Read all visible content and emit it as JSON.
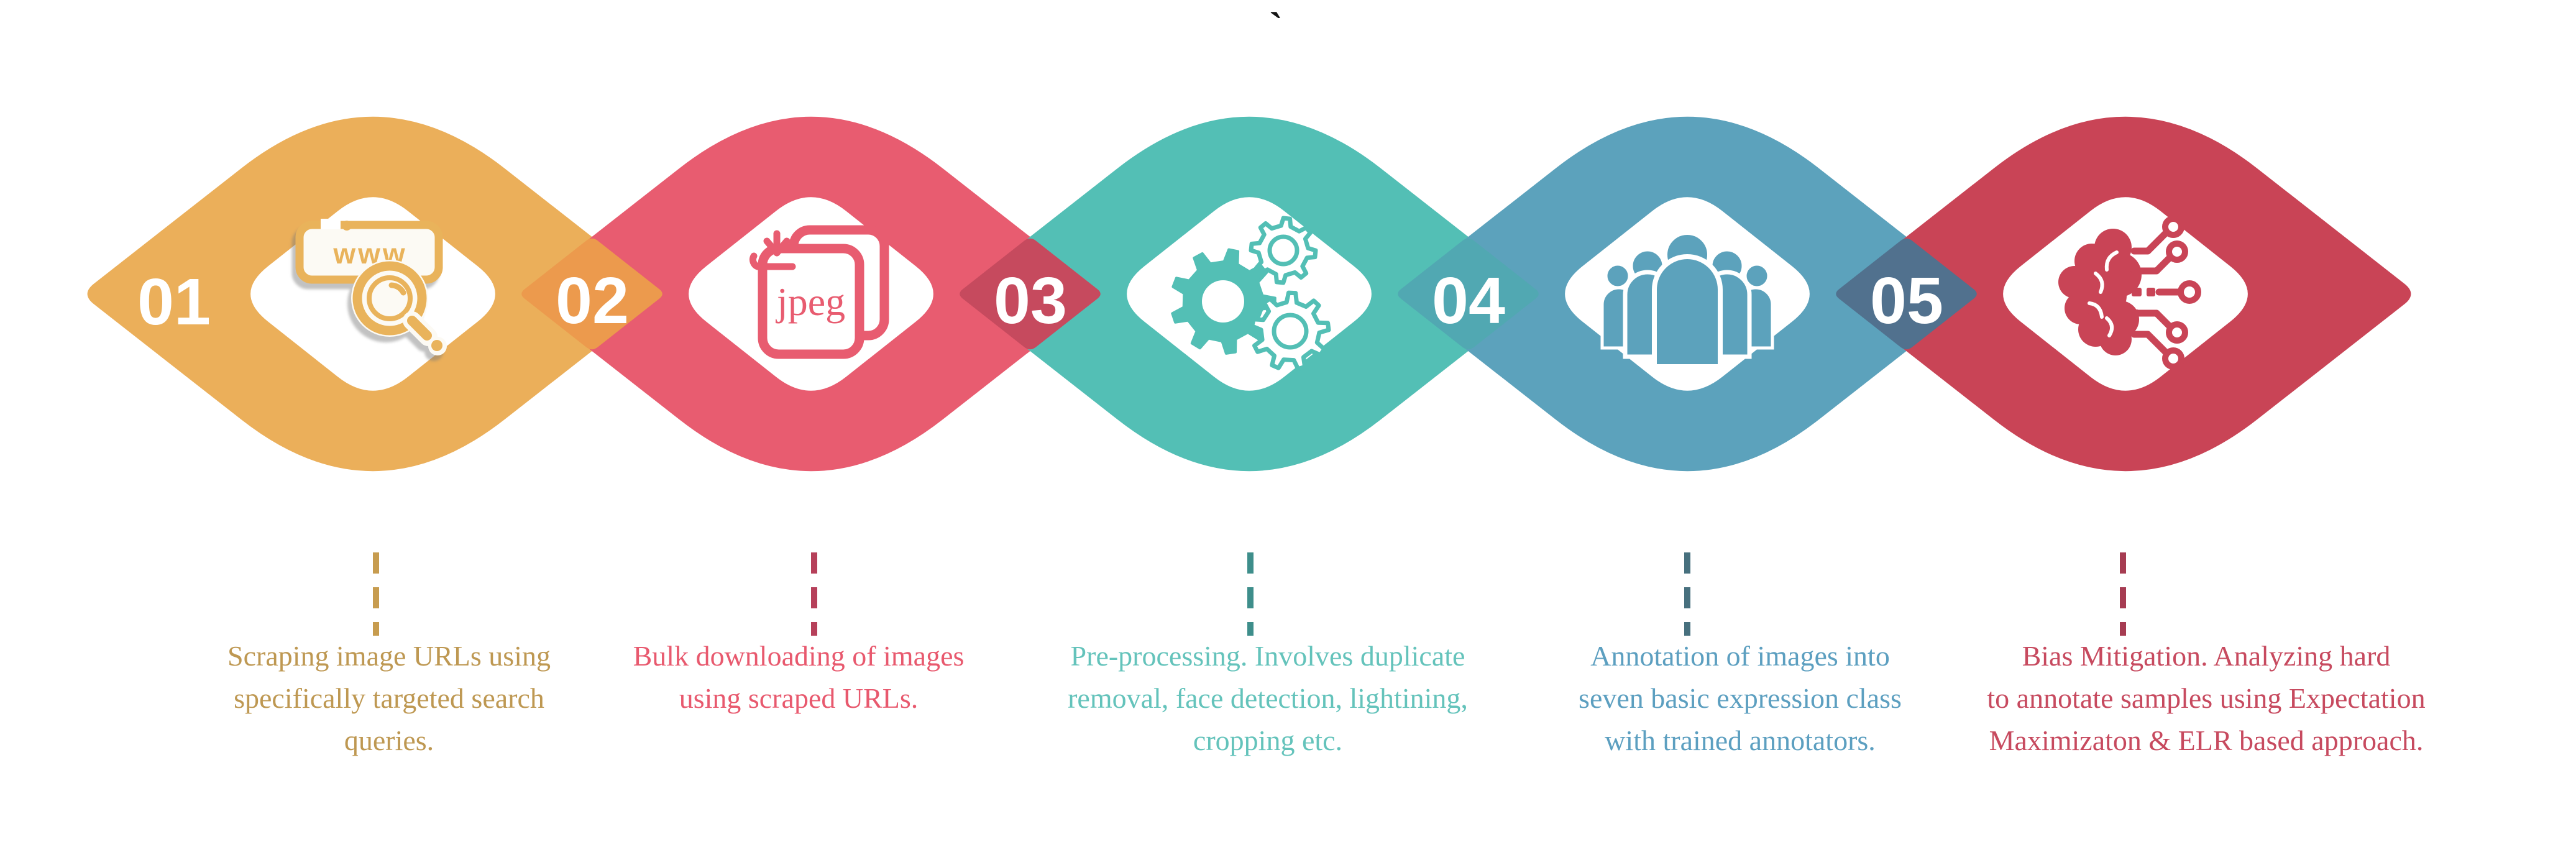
{
  "stray_mark": "`",
  "numbers_text_color": "#FFFFFF",
  "steps": [
    {
      "number": "01",
      "icon": "www-search-icon",
      "theme_color": "#EBAF5A",
      "caption": "Scraping image URLs using\nspecifically targeted search\nqueries.",
      "caption_color": "#BE9852",
      "dash_color": "#C79C4F"
    },
    {
      "number": "02",
      "icon": "jpeg-download-icon",
      "theme_color": "#E85C70",
      "caption": "Bulk downloading of images\nusing scraped URLs.",
      "caption_color": "#E8596E",
      "dash_color": "#B6405A"
    },
    {
      "number": "03",
      "icon": "gears-icon",
      "theme_color": "#53BFB5",
      "caption": "Pre-processing. Involves duplicate\nremoval, face detection, lightining,\ncropping etc.",
      "caption_color": "#64C3BB",
      "dash_color": "#3E8E8B"
    },
    {
      "number": "04",
      "icon": "people-group-icon",
      "theme_color": "#5CA2BC",
      "caption": "Annotation of images into\nseven basic expression class\nwith trained annotators.",
      "caption_color": "#5C9FC0",
      "dash_color": "#47707E"
    },
    {
      "number": "05",
      "icon": "brain-circuit-icon",
      "theme_color": "#C94456",
      "caption": "Bias Mitigation. Analyzing hard\nto annotate samples using Expectation\nMaximizaton & ELR based approach.",
      "caption_color": "#C74A5F",
      "dash_color": "#A63C52"
    }
  ],
  "overlap_colors": [
    "#EC9A4D",
    "#C64A5E",
    "#51A8B2",
    "#51718E"
  ],
  "icon_labels": {
    "www_text": "www",
    "jpeg_text": "jpeg"
  }
}
